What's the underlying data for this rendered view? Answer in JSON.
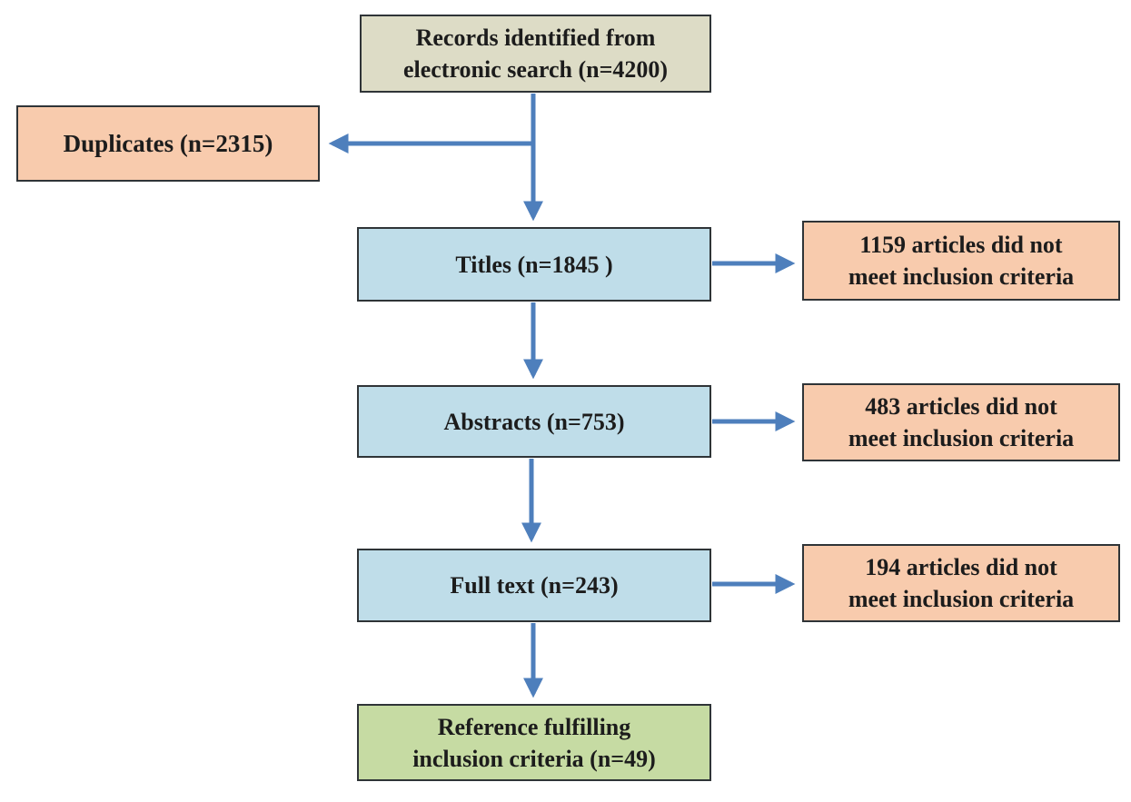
{
  "diagram": {
    "type": "flowchart",
    "nodes": {
      "records": {
        "line1": "Records identified from",
        "line2": "electronic search (n=4200)",
        "n": 4200
      },
      "duplicates": {
        "line1": "Duplicates (n=2315)",
        "n": 2315
      },
      "titles": {
        "line1": "Titles (n=1845 )",
        "n": 1845
      },
      "titles_excl": {
        "line1": "1159 articles did not",
        "line2": "meet inclusion criteria",
        "n": 1159
      },
      "abstracts": {
        "line1": "Abstracts (n=753)",
        "n": 753
      },
      "abstracts_excl": {
        "line1": "483 articles did not",
        "line2": "meet inclusion criteria",
        "n": 483
      },
      "fulltext": {
        "line1": "Full text (n=243)",
        "n": 243
      },
      "fulltext_excl": {
        "line1": "194 articles did not",
        "line2": "meet inclusion criteria",
        "n": 194
      },
      "included": {
        "line1": "Reference fulfilling",
        "line2": "inclusion criteria (n=49)",
        "n": 49
      }
    },
    "edges": [
      {
        "from": "records",
        "to": "duplicates"
      },
      {
        "from": "records",
        "to": "titles"
      },
      {
        "from": "titles",
        "to": "titles_excl"
      },
      {
        "from": "titles",
        "to": "abstracts"
      },
      {
        "from": "abstracts",
        "to": "abstracts_excl"
      },
      {
        "from": "abstracts",
        "to": "fulltext"
      },
      {
        "from": "fulltext",
        "to": "fulltext_excl"
      },
      {
        "from": "fulltext",
        "to": "included"
      }
    ],
    "colors": {
      "arrow": "#4E7FBC",
      "border": "#2f3437",
      "records_fill": "#DDDCC6",
      "excluded_fill": "#F8CBAD",
      "screening_fill": "#BFDDE9",
      "included_fill": "#C6DBA3",
      "text": "#1c1c1c",
      "background": "#ffffff"
    }
  }
}
